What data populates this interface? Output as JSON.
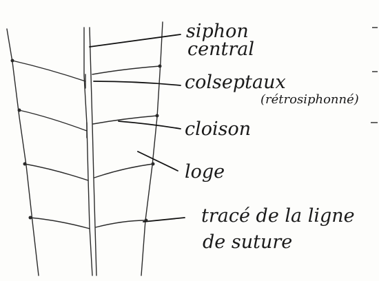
{
  "labels": {
    "siphon_line1": "siphon",
    "siphon_line2": "central",
    "colseptaux": "colseptaux",
    "retrosiphonne": "(rétrosiphonné)",
    "cloison": "cloison",
    "loge": "loge",
    "trace_line1": "tracé de la ligne",
    "trace_line2": "de suture"
  },
  "colors": {
    "ink": "#1a1a1a",
    "paper": "#fdfdfb"
  }
}
